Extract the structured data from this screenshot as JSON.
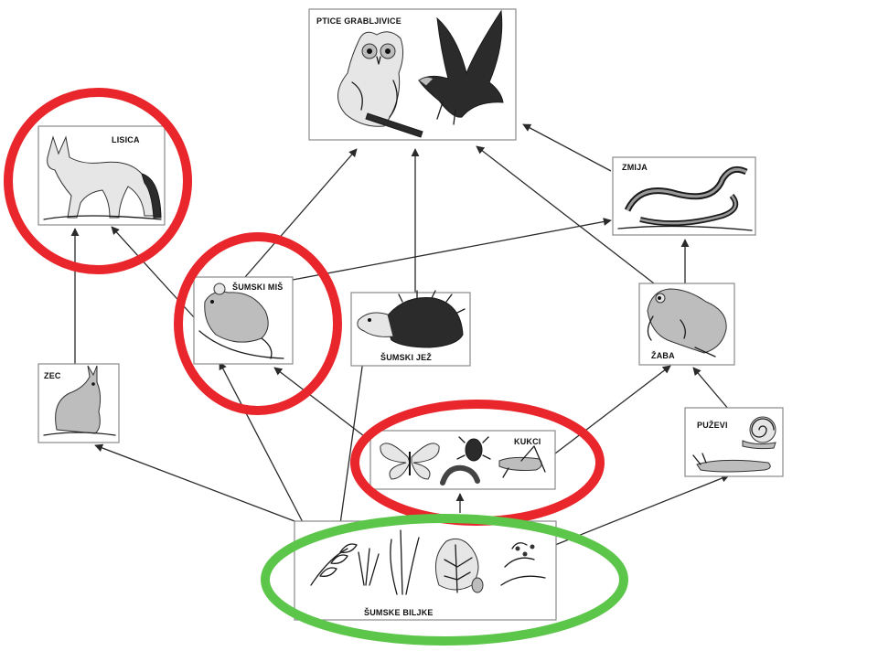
{
  "nodes": {
    "ptice": {
      "label": "PTICE GRABLJIVICE",
      "icon": "owl-and-eagle-icon"
    },
    "lisica": {
      "label": "LISICA",
      "icon": "fox-icon"
    },
    "zmija": {
      "label": "ZMIJA",
      "icon": "snake-icon"
    },
    "mis": {
      "label": "ŠUMSKI MIŠ",
      "icon": "mouse-icon"
    },
    "jez": {
      "label": "ŠUMSKI  JEŽ",
      "icon": "hedgehog-icon"
    },
    "zaba": {
      "label": "ŽABA",
      "icon": "frog-icon"
    },
    "zec": {
      "label": "ZEC",
      "icon": "hare-icon"
    },
    "kukci": {
      "label": "KUKCI",
      "icon": "insects-icon"
    },
    "puzevi": {
      "label": "PUŽEVI",
      "icon": "snail-icon"
    },
    "biljke": {
      "label": "ŠUMSKE  BILJKE",
      "icon": "plants-icon"
    }
  },
  "highlights": {
    "red": [
      "lisica",
      "mis",
      "kukci"
    ],
    "green": [
      "biljke"
    ],
    "colors": {
      "red": "#e8262b",
      "green": "#5cc64a"
    }
  },
  "edges": [
    [
      "biljke",
      "zec"
    ],
    [
      "biljke",
      "mis"
    ],
    [
      "biljke",
      "jez"
    ],
    [
      "biljke",
      "kukci"
    ],
    [
      "biljke",
      "puzevi"
    ],
    [
      "zec",
      "lisica"
    ],
    [
      "mis",
      "lisica"
    ],
    [
      "mis",
      "ptice"
    ],
    [
      "mis",
      "zmija"
    ],
    [
      "jez",
      "ptice"
    ],
    [
      "kukci",
      "mis"
    ],
    [
      "kukci",
      "zaba"
    ],
    [
      "puzevi",
      "zaba"
    ],
    [
      "zaba",
      "zmija"
    ],
    [
      "zaba",
      "ptice"
    ],
    [
      "zmija",
      "ptice"
    ]
  ]
}
